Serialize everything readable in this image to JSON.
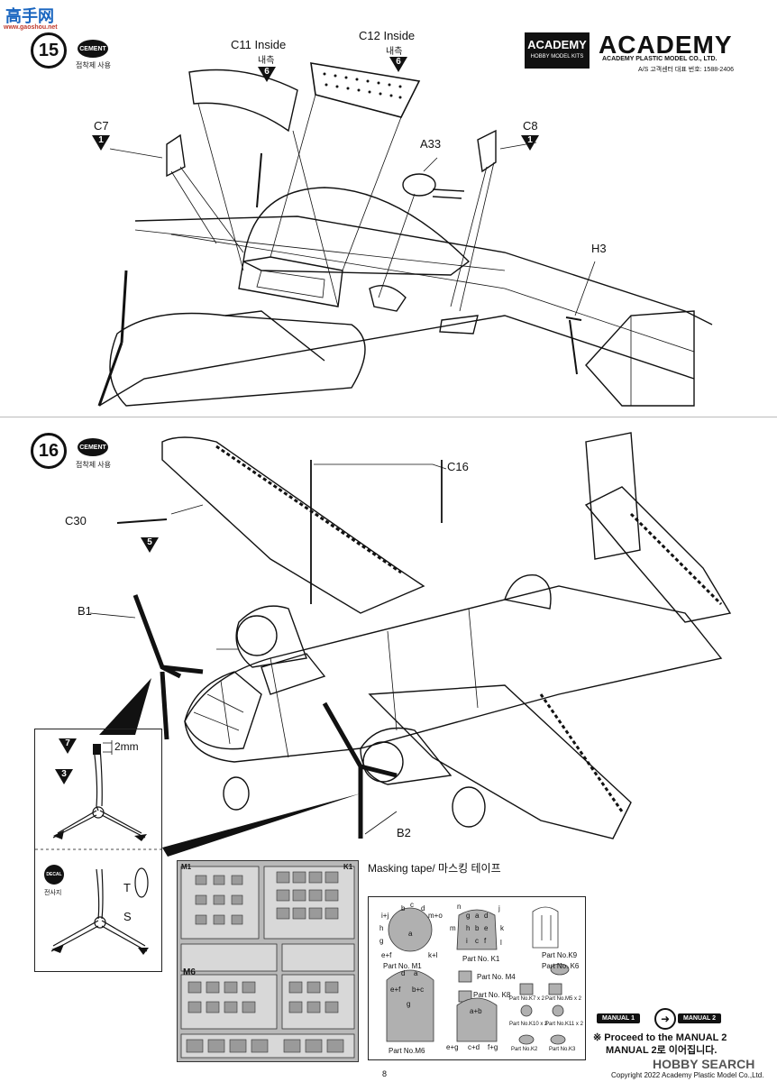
{
  "watermarks": {
    "top_left_brand": "高手网",
    "top_left_url": "www.gaoshou.net",
    "bottom_right_brand": "HOBBY SEARCH"
  },
  "header": {
    "academy_logo_box": "ACADEMY",
    "academy_logo_box_sub": "HOBBY MODEL KITS",
    "academy_wordmark": "ACADEMY",
    "company": "ACADEMY PLASTIC MODEL CO., LTD.",
    "service": "A/S 고객센터 대표 번호: 1588-2406"
  },
  "step15": {
    "number": "15",
    "cement": "CEMENT",
    "cement_sub": "접착제 사용",
    "parts": {
      "c11": "C11 Inside",
      "c11_kr": "내측",
      "c11_tri": "6",
      "c12": "C12 Inside",
      "c12_kr": "내측",
      "c12_tri": "6",
      "c7": "C7",
      "c7_tri": "1",
      "c8": "C8",
      "c8_tri": "1",
      "a33": "A33",
      "h3": "H3"
    }
  },
  "step16": {
    "number": "16",
    "cement": "CEMENT",
    "cement_sub": "접착제 사용",
    "parts": {
      "c16": "C16",
      "c30": "C30",
      "c30_tri": "5",
      "b1": "B1",
      "b2": "B2"
    },
    "detail": {
      "tri7": "7",
      "tri3": "3",
      "dim": "2mm",
      "decal": "DECAL",
      "decal_sub": "전사지",
      "t": "T",
      "s": "S"
    }
  },
  "masking": {
    "title": "Masking tape/ 마스킹 테이프",
    "sheet_labels": [
      "M1",
      "K1",
      "M6"
    ],
    "guide": {
      "m1": "Part No. M1",
      "k1": "Part No. K1",
      "k9": "Part No.K9",
      "k6": "Part No. K6",
      "m4": "Part No. M4",
      "k7": "Part No.K7 x 2",
      "m5": "Part No.M5 x 2",
      "k8": "Part No. K8",
      "m6": "Part No.M6",
      "k10": "Part No.K10 x 2",
      "k11": "Part No.K11 x 2",
      "k2": "Part No.K2",
      "k3": "Part No.K3",
      "m1_letters": [
        "i+j",
        "b",
        "c",
        "d",
        "m+o",
        "h",
        "a",
        "g",
        "e+f",
        "k+l"
      ],
      "k1_letters": [
        "n",
        "g",
        "a",
        "d",
        "j",
        "m",
        "h",
        "b",
        "e",
        "k",
        "i",
        "c",
        "f",
        "l"
      ],
      "m6_letters": [
        "d",
        "a",
        "e+f",
        "b+c",
        "g"
      ],
      "k8_letters": [
        "a+b",
        "e+g",
        "c+d",
        "f+g"
      ]
    }
  },
  "manual": {
    "btn1": "MANUAL 1",
    "btn2": "MANUAL 2",
    "proceed_en": "※ Proceed to the MANUAL 2",
    "proceed_kr": "MANUAL 2로 이어집니다."
  },
  "footer": {
    "page": "8",
    "copyright": "Copyright 2022 Academy Plastic Model Co.,Ltd."
  }
}
